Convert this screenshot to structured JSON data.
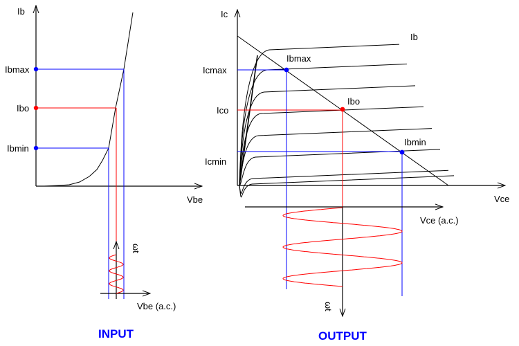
{
  "colors": {
    "axis": "#000000",
    "min_max": "#0000ff",
    "quiescent": "#ff0000",
    "title": "#0000ff"
  },
  "input": {
    "title": "INPUT",
    "y_axis_label": "Ib",
    "x_axis_label": "Vbe",
    "levels": [
      {
        "key": "max",
        "label": "Ibmax",
        "color": "#0000ff"
      },
      {
        "key": "q",
        "label": "Ibo",
        "color": "#ff0000"
      },
      {
        "key": "min",
        "label": "Ibmin",
        "color": "#0000ff"
      }
    ],
    "ac_x_label": "Vbe (a.c.)",
    "ac_time_label": "ωt",
    "waveform_cycles": 3
  },
  "output": {
    "title": "OUTPUT",
    "y_axis_label": "Ic",
    "x_axis_label": "Vce",
    "family_label": "Ib",
    "levels": [
      {
        "key": "max",
        "label": "Icmax",
        "point_label": "Ibmax",
        "color": "#0000ff"
      },
      {
        "key": "q",
        "label": "Ico",
        "point_label": "Ibo",
        "color": "#ff0000"
      },
      {
        "key": "min",
        "label": "Icmin",
        "point_label": "Ibmin",
        "color": "#0000ff"
      }
    ],
    "curve_count": 8,
    "ac_x_label": "Vce (a.c.)",
    "ac_time_label": "ωt",
    "waveform_cycles": 2.5
  }
}
